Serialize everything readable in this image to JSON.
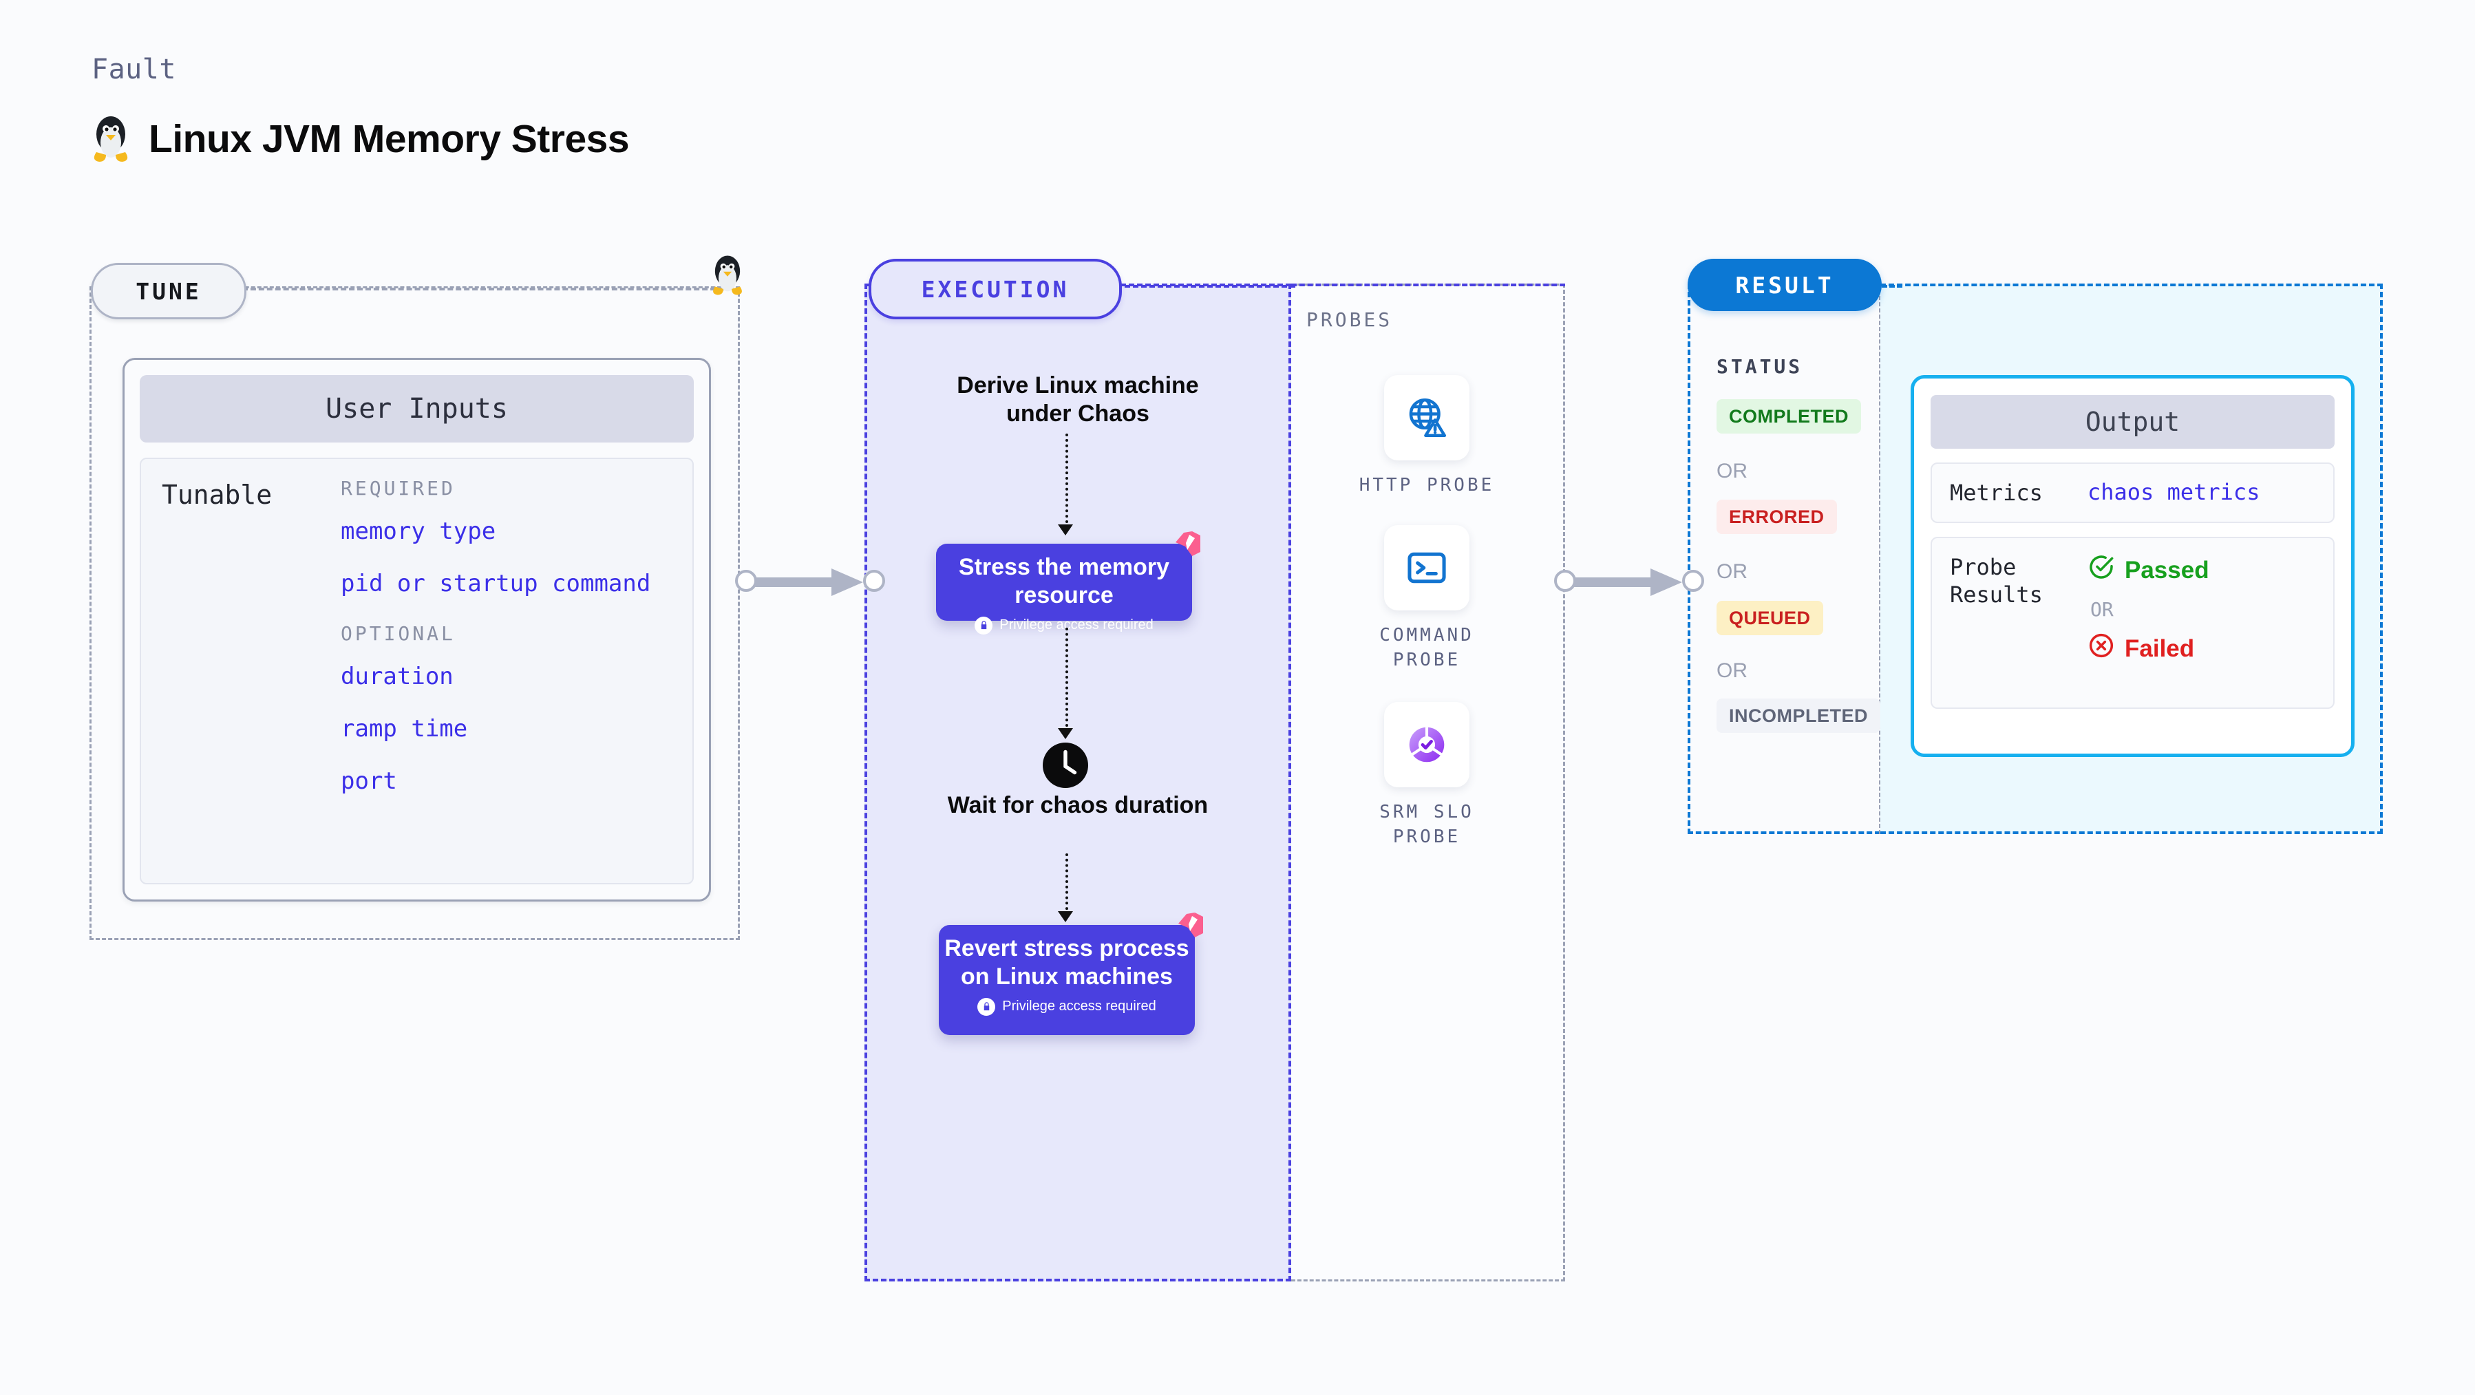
{
  "header": {
    "kicker": "Fault",
    "title": "Linux JVM Memory Stress",
    "icon": "linux-penguin-icon"
  },
  "stages": {
    "tune": {
      "label": "TUNE"
    },
    "execution": {
      "label": "EXECUTION"
    },
    "probes": {
      "label": "PROBES"
    },
    "result": {
      "label": "RESULT"
    }
  },
  "tune": {
    "card_title": "User Inputs",
    "tunable_label": "Tunable",
    "groups": [
      {
        "heading": "REQUIRED",
        "items": [
          "memory type",
          "pid or startup command"
        ]
      },
      {
        "heading": "OPTIONAL",
        "items": [
          "duration",
          "ramp time",
          "port"
        ]
      }
    ]
  },
  "execution": {
    "steps": [
      {
        "type": "text",
        "label": "Derive Linux machine under Chaos"
      },
      {
        "type": "box",
        "label": "Stress the memory resource",
        "note": "Privilege access required"
      },
      {
        "type": "text",
        "label": "Wait for chaos duration",
        "icon": "clock-icon"
      },
      {
        "type": "box",
        "label": "Revert stress process on Linux machines",
        "note": "Privilege access required"
      }
    ]
  },
  "probes": {
    "label": "PROBES",
    "items": [
      {
        "name": "HTTP PROBE",
        "icon": "globe-warning-icon"
      },
      {
        "name": "COMMAND PROBE",
        "icon": "terminal-icon"
      },
      {
        "name": "SRM SLO PROBE",
        "icon": "slo-check-icon"
      }
    ]
  },
  "result": {
    "status_label": "STATUS",
    "or_label": "OR",
    "statuses": [
      {
        "label": "COMPLETED",
        "bg": "#e2f7e3",
        "fg": "#127a1c"
      },
      {
        "label": "ERRORED",
        "bg": "#fdecec",
        "fg": "#c92020"
      },
      {
        "label": "QUEUED",
        "bg": "#fdf0c4",
        "fg": "#c92020"
      },
      {
        "label": "INCOMPLETED",
        "bg": "#f1f3f8",
        "fg": "#5f6578"
      }
    ]
  },
  "output": {
    "card_title": "Output",
    "metrics_key": "Metrics",
    "metrics_value": "chaos metrics",
    "probe_results_key": "Probe Results",
    "passed_label": "Passed",
    "failed_label": "Failed",
    "or_label": "OR"
  },
  "colors": {
    "purple": "#4a40e0",
    "blue": "#0c78d4",
    "cyan": "#16b0ef",
    "gray": "#9aa1b5",
    "pink": "#fb5f8f",
    "green": "#17a01e",
    "red": "#e02020"
  }
}
